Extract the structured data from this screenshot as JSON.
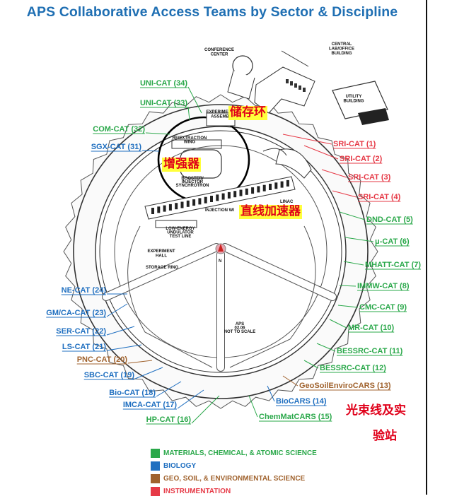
{
  "title": "APS Collaborative Access Teams by Sector & Discipline",
  "colors": {
    "materials": "#2aa84a",
    "biology": "#1f6fc0",
    "geo": "#a0622d",
    "instrumentation": "#e63946",
    "title": "#1f6fb3",
    "highlight_text": "#e0001a",
    "highlight_bg": "#ffff3b"
  },
  "buildings": {
    "conference_center": [
      "CONFERENCE",
      "CENTER"
    ],
    "central_lab": [
      "CENTRAL",
      "LAB/OFFICE",
      "BUILDING"
    ],
    "utility": [
      "UTILITY",
      "BUILDING"
    ],
    "experiment_assembly": [
      "EXPERIMENT",
      "ASSEMB"
    ],
    "rf_extraction": [
      "RF/EXTRACTION",
      "WING"
    ],
    "booster": [
      "BOOSTER/",
      "INJECTOR",
      "SYNCHROTRON"
    ],
    "linac": "LINAC",
    "injection": "INJECTION WI",
    "low_energy": [
      "LOW-ENERGY",
      "UNDULATOR",
      "TEST LINE"
    ],
    "experiment_hall": [
      "EXPERIMENT",
      "HALL"
    ],
    "storage_ring": "STORAGE RING",
    "north": "N",
    "aps_note": [
      "APS",
      "02.06",
      "NOT TO SCALE"
    ]
  },
  "annotations": {
    "storage_ring": "储存环",
    "booster": "增强器",
    "linac": "直线加速器",
    "beamlines_1": "光束线及实",
    "beamlines_2": "验站"
  },
  "labels_left": [
    {
      "text": "UNI-CAT (34)",
      "color": "#2aa84a"
    },
    {
      "text": "UNI-CAT (33)",
      "color": "#2aa84a"
    },
    {
      "text": "COM-CAT (32)",
      "color": "#2aa84a"
    },
    {
      "text": "SGX-CAT (31)",
      "color": "#1f6fc0"
    },
    {
      "text": "NE-CAT (24)",
      "color": "#1f6fc0"
    },
    {
      "text": "GM/CA-CAT (23)",
      "color": "#1f6fc0"
    },
    {
      "text": "SER-CAT (22)",
      "color": "#1f6fc0"
    },
    {
      "text": "LS-CAT (21)",
      "color": "#1f6fc0"
    },
    {
      "text": "PNC-CAT (20)",
      "color": "#a0622d"
    },
    {
      "text": "SBC-CAT (19)",
      "color": "#1f6fc0"
    },
    {
      "text": "Bio-CAT (18)",
      "color": "#1f6fc0"
    },
    {
      "text": "IMCA-CAT (17)",
      "color": "#1f6fc0"
    },
    {
      "text": "HP-CAT (16)",
      "color": "#2aa84a"
    }
  ],
  "labels_right": [
    {
      "text": "SRI-CAT (1)",
      "color": "#e63946"
    },
    {
      "text": "SRI-CAT (2)",
      "color": "#e63946"
    },
    {
      "text": "SRI-CAT (3)",
      "color": "#e63946"
    },
    {
      "text": "SRI-CAT (4)",
      "color": "#e63946"
    },
    {
      "text": "DND-CAT (5)",
      "color": "#2aa84a"
    },
    {
      "text": "μ-CAT (6)",
      "color": "#2aa84a"
    },
    {
      "text": "MHATT-CAT (7)",
      "color": "#2aa84a"
    },
    {
      "text": "IMMW-CAT (8)",
      "color": "#2aa84a"
    },
    {
      "text": "CMC-CAT (9)",
      "color": "#2aa84a"
    },
    {
      "text": "MR-CAT (10)",
      "color": "#2aa84a"
    },
    {
      "text": "BESSRC-CAT (11)",
      "color": "#2aa84a"
    },
    {
      "text": "BESSRC-CAT (12)",
      "color": "#2aa84a"
    },
    {
      "text": "GeoSoilEnviroCARS (13)",
      "color": "#a0622d"
    },
    {
      "text": "BioCARS (14)",
      "color": "#1f6fc0"
    },
    {
      "text": "ChemMatCARS (15)",
      "color": "#2aa84a"
    }
  ],
  "legend": [
    {
      "text": "MATERIALS, CHEMICAL, & ATOMIC SCIENCE",
      "color": "#2aa84a"
    },
    {
      "text": "BIOLOGY",
      "color": "#1f6fc0"
    },
    {
      "text": "GEO, SOIL, & ENVIRONMENTAL SCIENCE",
      "color": "#a0622d"
    },
    {
      "text": "INSTRUMENTATION",
      "color": "#e63946"
    }
  ]
}
